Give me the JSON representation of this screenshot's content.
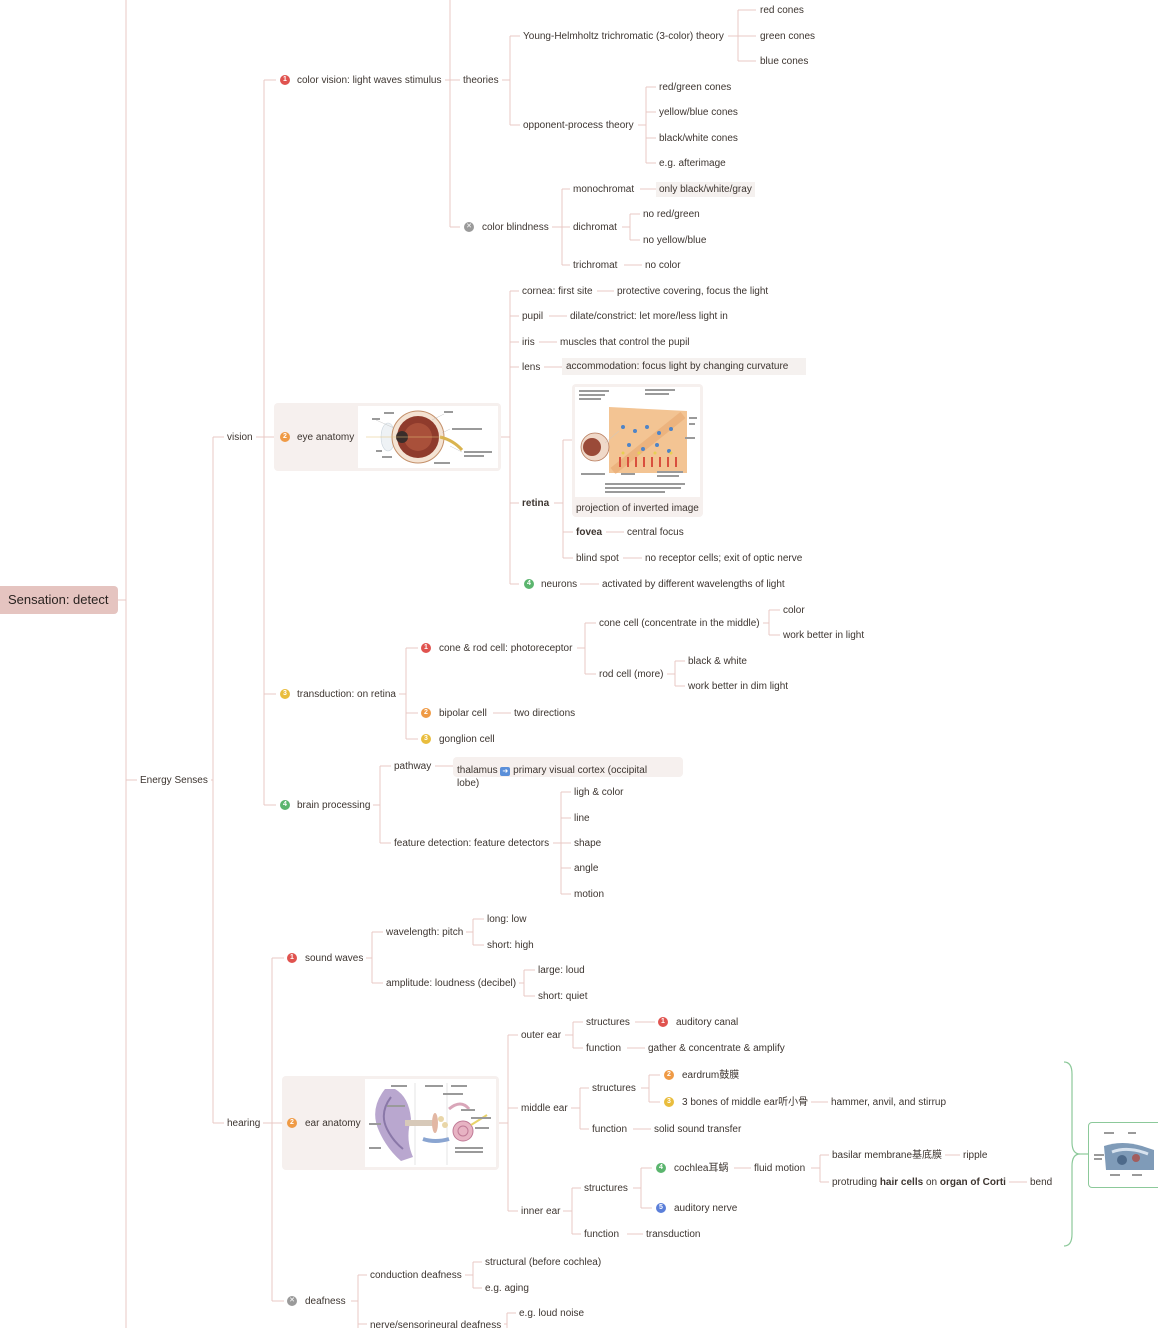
{
  "root": "Sensation: detect",
  "energy_senses": "Energy Senses",
  "vision": {
    "label": "vision",
    "color_vision": {
      "label": "color vision: light waves stimulus",
      "badge": "1",
      "theories": "theories",
      "young_helmholtz": "Young-Helmholtz trichromatic (3-color) theory",
      "red_cones": "red cones",
      "green_cones": "green cones",
      "blue_cones": "blue cones",
      "opponent": "opponent-process theory",
      "red_green_cones": "red/green cones",
      "yellow_blue_cones": "yellow/blue cones",
      "black_white_cones": "black/white cones",
      "afterimage": "e.g. afterimage",
      "color_blindness": "color blindness",
      "monochromat": "monochromat",
      "only_bw": "only black/white/gray",
      "dichromat": "dichromat",
      "no_red_green": "no red/green",
      "no_yellow_blue": "no yellow/blue",
      "trichromat": "trichromat",
      "no_color": "no color"
    },
    "eye_anatomy": {
      "label": "eye anatomy",
      "badge": "2",
      "cornea": "cornea: first site",
      "cornea_desc": "protective covering, focus the light",
      "pupil": "pupil",
      "pupil_desc": "dilate/constrict: let more/less light in",
      "iris": "iris",
      "iris_desc": "muscles that control the pupil",
      "lens": "lens",
      "lens_desc": "accommodation: focus light by changing curvature",
      "retina": "retina",
      "projection": "projection of inverted image",
      "fovea": "fovea",
      "fovea_desc": "central focus",
      "blind_spot": "blind spot",
      "blind_spot_desc": "no receptor cells; exit of optic nerve",
      "neurons": "neurons",
      "neurons_badge": "4",
      "neurons_desc": "activated by different wavelengths of light"
    },
    "transduction": {
      "label": "transduction: on retina",
      "badge": "3",
      "cone_rod": "cone & rod cell: photoreceptor",
      "cone_rod_badge": "1",
      "cone_cell": "cone cell (concentrate in the middle)",
      "color": "color",
      "work_light": "work better in light",
      "rod_cell": "rod cell (more)",
      "black_white": "black & white",
      "work_dim": "work better in dim light",
      "bipolar": "bipolar cell",
      "bipolar_badge": "2",
      "two_directions": "two directions",
      "ganglion": "gonglion cell",
      "ganglion_badge": "3"
    },
    "brain": {
      "label": "brain processing",
      "badge": "4",
      "pathway": "pathway",
      "thalamus": "thalamus",
      "visual_cortex": "primary visual cortex (occipital lobe)",
      "feature": "feature detection: feature detectors",
      "light_color": "ligh & color",
      "line": "line",
      "shape": "shape",
      "angle": "angle",
      "motion": "motion"
    }
  },
  "hearing": {
    "label": "hearing",
    "sound_waves": {
      "label": "sound waves",
      "badge": "1",
      "wavelength": "wavelength: pitch",
      "long_low": "long: low",
      "short_high": "short: high",
      "amplitude": "amplitude: loudness (decibel)",
      "large_loud": "large: loud",
      "short_quiet": "short: quiet"
    },
    "ear_anatomy": {
      "label": "ear anatomy",
      "badge": "2",
      "outer": "outer ear",
      "outer_structures": "structures",
      "auditory_canal": "auditory canal",
      "auditory_canal_badge": "1",
      "outer_function": "function",
      "gather": "gather & concentrate & amplify",
      "middle": "middle ear",
      "middle_structures": "structures",
      "eardrum": "eardrum鼓膜",
      "eardrum_badge": "2",
      "bones": "3 bones of middle ear听小骨",
      "bones_badge": "3",
      "hammer": "hammer, anvil, and stirrup",
      "middle_function": "function",
      "solid_sound": "solid sound transfer",
      "inner": "inner ear",
      "inner_structures": "structures",
      "cochlea": "cochlea耳蜗",
      "cochlea_badge": "4",
      "fluid": "fluid motion",
      "basilar": "basilar membrane基底膜",
      "ripple": "ripple",
      "hair_cells_pre": "protruding",
      "hair_cells": "hair cells",
      "hair_cells_mid": "on",
      "organ_corti": "organ of Corti",
      "bend": "bend",
      "auditory_nerve": "auditory nerve",
      "auditory_nerve_badge": "5",
      "inner_function": "function",
      "transduction": "transduction"
    },
    "deafness": {
      "label": "deafness",
      "conduction": "conduction deafness",
      "structural": "structural (before cochlea)",
      "aging": "e.g. aging",
      "nerve": "nerve/sensorineural deafness",
      "loud_noise": "e.g. loud noise"
    }
  },
  "colors": {
    "branch_line": "#e8c8c4",
    "root_fill": "#e5c4c0",
    "badge_red": "#e0534f",
    "badge_orange": "#ef9a45",
    "badge_yellow": "#e9bd3d",
    "badge_green": "#5bb56e",
    "badge_blue": "#5b7fd9",
    "badge_gray": "#9a9a9a",
    "bracket_green": "#8cc99a"
  }
}
